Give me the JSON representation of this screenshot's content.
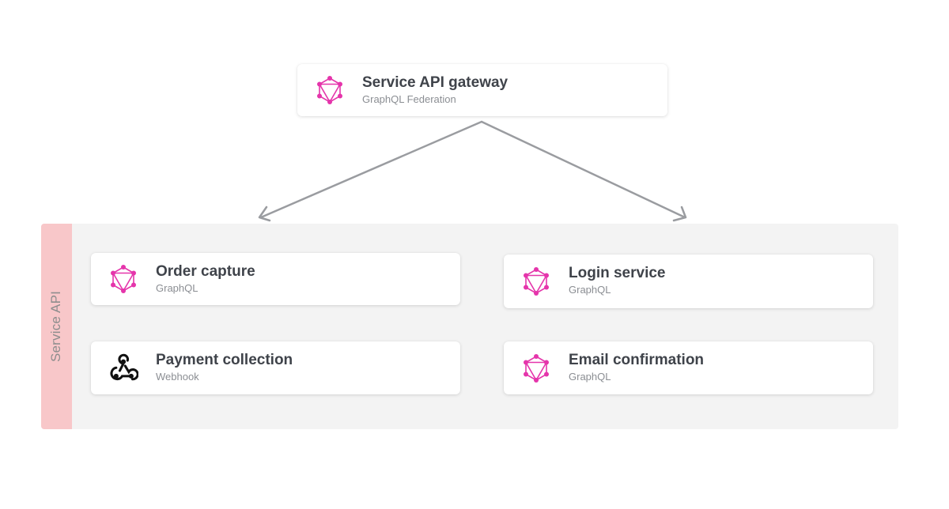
{
  "colors": {
    "graphql_icon": "#e535ab",
    "webhook_icon": "#111111",
    "group_background": "#f3f3f3",
    "group_label_background": "#f8c7c9",
    "arrow": "#9a9ca0",
    "title_text": "#3f434a",
    "subtitle_text": "#8b8e93"
  },
  "gateway": {
    "title": "Service API gateway",
    "subtitle": "GraphQL Federation",
    "icon": "graphql-icon"
  },
  "group": {
    "label": "Service API"
  },
  "services": {
    "order": {
      "title": "Order capture",
      "subtitle": "GraphQL",
      "icon": "graphql-icon"
    },
    "login": {
      "title": "Login service",
      "subtitle": "GraphQL",
      "icon": "graphql-icon"
    },
    "payment": {
      "title": "Payment collection",
      "subtitle": "Webhook",
      "icon": "webhook-icon"
    },
    "email": {
      "title": "Email confirmation",
      "subtitle": "GraphQL",
      "icon": "graphql-icon"
    }
  },
  "edges": [
    {
      "from": "gateway",
      "to": "order"
    },
    {
      "from": "gateway",
      "to": "login"
    }
  ]
}
